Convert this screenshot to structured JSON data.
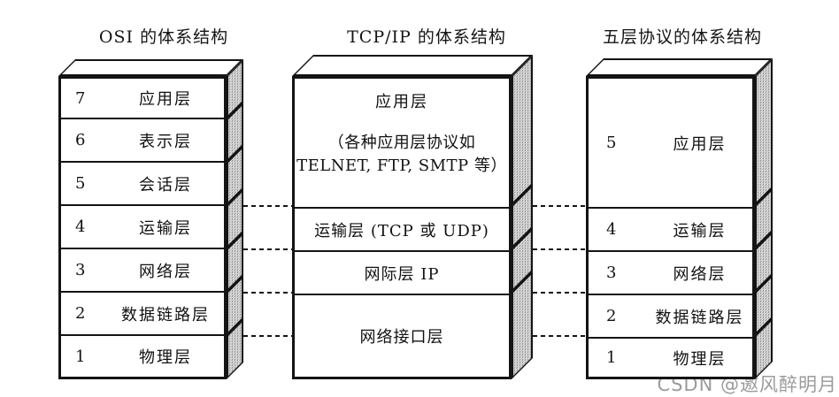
{
  "watermark": "CSDN @邀风醉明月",
  "columns": [
    {
      "title": "OSI 的体系结构",
      "layers": [
        {
          "num": "7",
          "label": "应用层"
        },
        {
          "num": "6",
          "label": "表示层"
        },
        {
          "num": "5",
          "label": "会话层"
        },
        {
          "num": "4",
          "label": "运输层"
        },
        {
          "num": "3",
          "label": "网络层"
        },
        {
          "num": "2",
          "label": "数据链路层"
        },
        {
          "num": "1",
          "label": "物理层"
        }
      ]
    },
    {
      "title": "TCP/IP 的体系结构",
      "layers": [
        {
          "label": "应用层",
          "sub_line1": "（各种应用层协议如",
          "sub_line2": "TELNET, FTP, SMTP 等）"
        },
        {
          "label": "运输层 (TCP 或 UDP)"
        },
        {
          "label": "网际层 IP"
        },
        {
          "label": "网络接口层"
        }
      ]
    },
    {
      "title": "五层协议的体系结构",
      "layers": [
        {
          "num": "5",
          "label": "应用层"
        },
        {
          "num": "4",
          "label": "运输层"
        },
        {
          "num": "3",
          "label": "网络层"
        },
        {
          "num": "2",
          "label": "数据链路层"
        },
        {
          "num": "1",
          "label": "物理层"
        }
      ]
    }
  ]
}
